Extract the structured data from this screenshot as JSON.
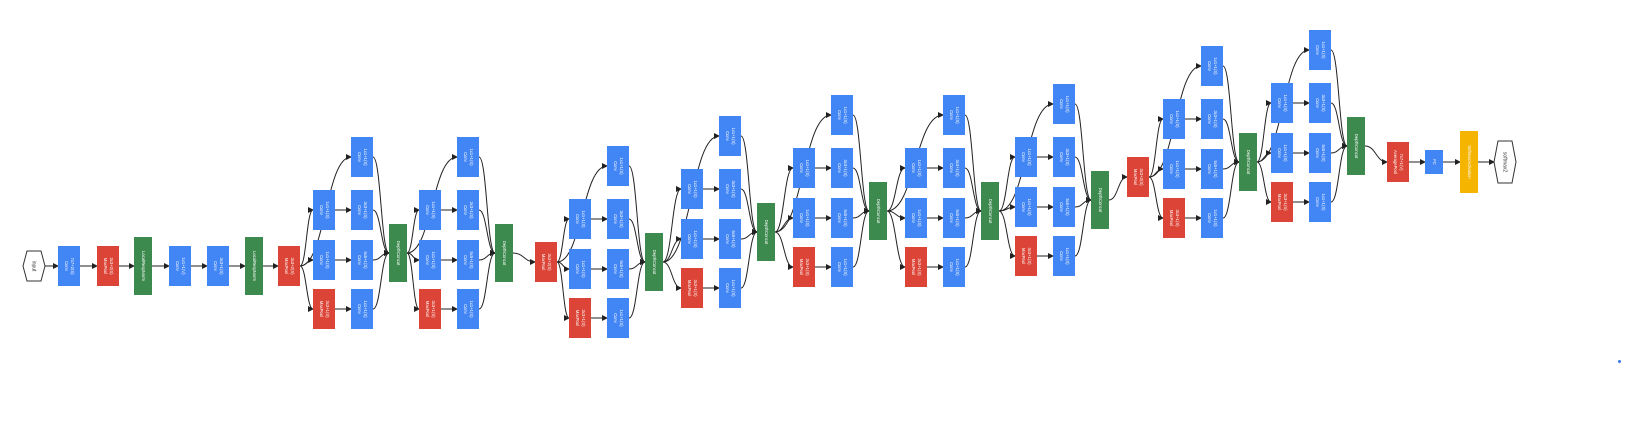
{
  "colors": {
    "conv": "#4285f4",
    "pool": "#db4437",
    "other": "#3d8a4f",
    "softmax": "#f4b400",
    "terminal_fill": "#ffffff",
    "terminal_stroke": "#333333",
    "edge": "#222222"
  },
  "labels": {
    "input": "input",
    "output": "softmax2",
    "conv": "Conv",
    "maxpool": "MaxPool",
    "avgpool": "AveragePool",
    "depthconcat": "DepthConcat",
    "lrn": "LocalRespNorm",
    "fc": "FC",
    "softmax": "SoftmaxActivation",
    "s_7x7_2": "7x7+2(S)",
    "s_3x3_2": "3x3+2(S)",
    "s_1x1_1v": "1x1+1(V)",
    "s_3x3_1": "3x3+1(S)",
    "s_1x1_1": "1x1+1(S)",
    "s_5x5_1": "5x5+1(S)",
    "s_7x7_1v": "7x7+1(V)"
  }
}
